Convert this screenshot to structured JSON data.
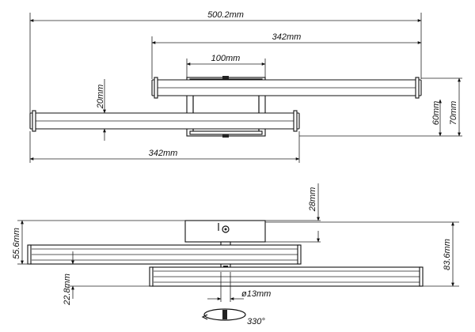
{
  "dimensions": {
    "total_width": "500.2mm",
    "upper_bar_length": "342mm",
    "mount_width": "100mm",
    "bar_thickness": "20mm",
    "height_60": "60mm",
    "height_70": "70mm",
    "lower_bar_length": "342mm",
    "mount_depth": "28mm",
    "side_height_left": "55.6mm",
    "side_height_right": "83.6mm",
    "lower_offset": "22.8mm",
    "tube_diameter": "ø13mm",
    "rotation": "330°"
  },
  "colors": {
    "lines": "#111111",
    "background": "#ffffff"
  }
}
